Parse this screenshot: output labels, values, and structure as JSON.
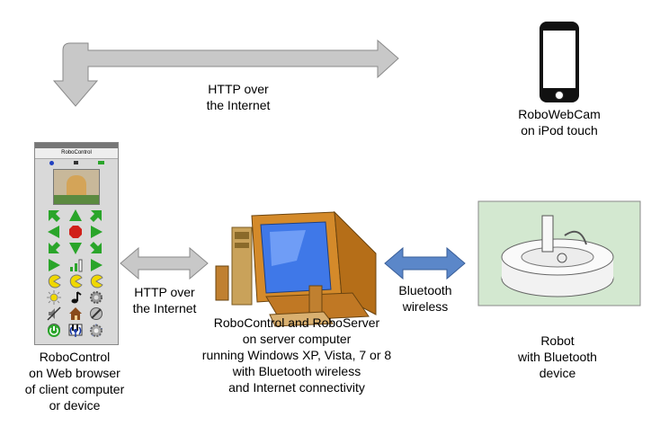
{
  "labels": {
    "http_top": "HTTP over\nthe Internet",
    "webcam": "RoboWebCam\non iPod touch",
    "http_left": "HTTP over\nthe Internet",
    "bluetooth": "Bluetooth\nwireless",
    "server": "RoboControl and RoboServer\non server computer\nrunning Windows XP, Vista, 7 or 8\nwith Bluetooth wireless\nand Internet connectivity",
    "robot": "Robot\nwith Bluetooth\ndevice",
    "client": "RoboControl\non Web browser\nof client computer\nor device"
  },
  "app_window": {
    "title": "RoboControl"
  },
  "colors": {
    "gray_arrow": "#c8c8c8",
    "blue_arrow": "#5b87c9",
    "green_button": "#2aa52a",
    "red_button": "#d0201a",
    "yellow_button": "#f0d800",
    "monitor_body": "#d48a2a",
    "screen_blue": "#3f78e8",
    "scene_bg": "#d3e8d0"
  },
  "icons": [
    "arrow-up-left-icon",
    "arrow-up-icon",
    "arrow-up-right-icon",
    "arrow-left-icon",
    "stop-icon",
    "arrow-right-icon",
    "arrow-down-left-icon",
    "arrow-down-icon",
    "arrow-down-right-icon",
    "play-icon",
    "signal-bars-icon",
    "play-icon",
    "pacman-icon",
    "pacman-icon",
    "pacman-icon",
    "sun-icon",
    "music-note-icon",
    "gear-icon",
    "mute-icon",
    "home-icon",
    "no-entry-icon",
    "clock-icon",
    "piano-icon",
    "star-icon",
    "power-icon",
    "broadcast-icon",
    "settings-icon"
  ]
}
